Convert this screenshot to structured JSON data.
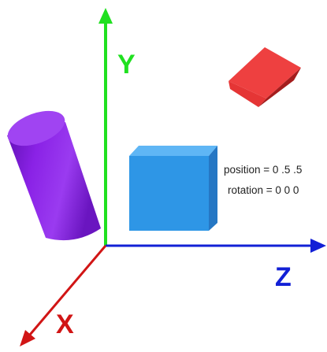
{
  "axes": {
    "x": {
      "label": "X",
      "color": "#d11515"
    },
    "y": {
      "label": "Y",
      "color": "#20e020"
    },
    "z": {
      "label": "Z",
      "color": "#1220d6"
    }
  },
  "caption": {
    "position": "position = 0 .5 .5",
    "rotation": "rotation = 0 0 0"
  },
  "objects": [
    {
      "name": "cylinder",
      "color": "#8a22e6"
    },
    {
      "name": "box",
      "color": "#2e96e6"
    },
    {
      "name": "cube",
      "color": "#e43030"
    }
  ]
}
